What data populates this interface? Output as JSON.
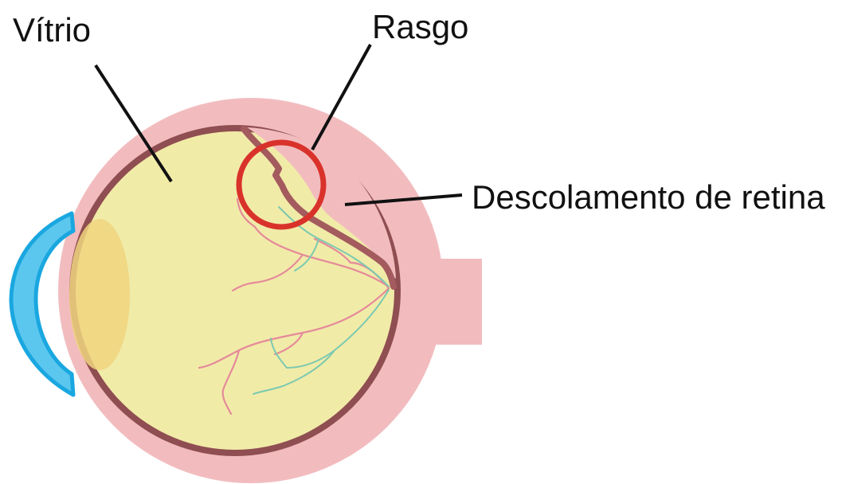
{
  "labels": {
    "vitreous": "Vítrio",
    "tear": "Rasgo",
    "detachment": "Descolamento de retina"
  },
  "colors": {
    "sclera": "#f2bcbf",
    "choroid_ring": "#8f4e51",
    "vitreous_fill": "#f1eba8",
    "lens": "#f0d57f",
    "cornea": "#5cc7ee",
    "cornea_outline": "#1aa7e0",
    "tear_circle": "#d9322b",
    "vessel_red": "#e58a9a",
    "vessel_green": "#7cc9b0",
    "leader_line": "#111111"
  }
}
